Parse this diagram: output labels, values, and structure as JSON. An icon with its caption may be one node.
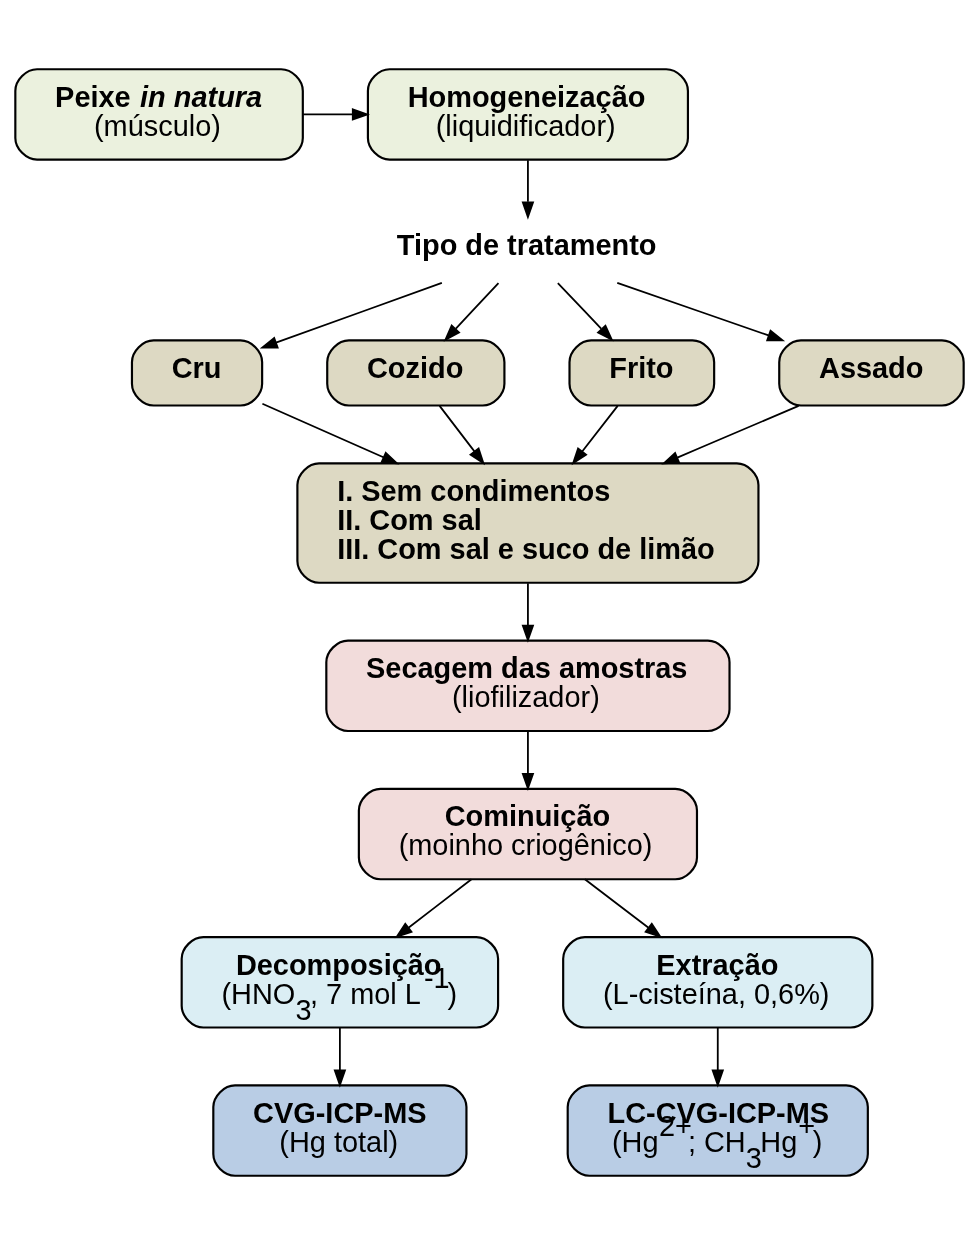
{
  "diagram": {
    "nodes": [
      {
        "text": [
          "Peixe *in natura*",
          "(músculo)"
        ]
      },
      {
        "text": [
          "Homogeneização",
          "(liquidificador)"
        ]
      },
      {
        "text": [
          "Tipo de tratamento"
        ]
      },
      {
        "text": [
          "Cru"
        ]
      },
      {
        "text": [
          "Cozido"
        ]
      },
      {
        "text": [
          "Frito"
        ]
      },
      {
        "text": [
          "Assado"
        ]
      },
      {
        "text": [
          "I. Sem condimentos",
          "II. Com sal",
          "III. Com sal e suco de limão"
        ]
      },
      {
        "text": [
          "Secagem das amostras",
          "(liofilizador)"
        ]
      },
      {
        "text": [
          "Cominuição",
          "(moinho criogênico)"
        ]
      },
      {
        "text": [
          "Decomposição",
          "(HNO$_{3}$, 7 mol L$^{-1}$)"
        ]
      },
      {
        "text": [
          "Extração",
          "(L-cisteína, 0,6%)"
        ]
      },
      {
        "text": [
          "CVG-ICP-MS",
          "(Hg total)"
        ]
      },
      {
        "text": [
          "LC-CVG-ICP-MS",
          "(Hg$^{2+}$; CH$_{3}$Hg$^{+}$)"
        ]
      }
    ],
    "edges": [
      {
        "from": 0,
        "to": 1,
        "arrow": "to"
      },
      {
        "from": 1,
        "to": 2,
        "arrow": "to"
      },
      {
        "from": 2,
        "to": 3,
        "arrow": "to"
      },
      {
        "from": 2,
        "to": 4,
        "arrow": "to"
      },
      {
        "from": 2,
        "to": 5,
        "arrow": "to"
      },
      {
        "from": 2,
        "to": 6,
        "arrow": "to"
      },
      {
        "from": 3,
        "to": 7,
        "arrow": "to"
      },
      {
        "from": 4,
        "to": 7,
        "arrow": "to"
      },
      {
        "from": 5,
        "to": 7,
        "arrow": "to"
      },
      {
        "from": 6,
        "to": 7,
        "arrow": "to"
      },
      {
        "from": 7,
        "to": 8,
        "arrow": "to"
      },
      {
        "from": 8,
        "to": 9,
        "arrow": "to"
      },
      {
        "from": 9,
        "to": 10,
        "arrow": "to"
      },
      {
        "from": 9,
        "to": 11,
        "arrow": "to"
      },
      {
        "from": 10,
        "to": 12,
        "arrow": "to"
      },
      {
        "from": 11,
        "to": 13,
        "arrow": "to"
      }
    ]
  }
}
